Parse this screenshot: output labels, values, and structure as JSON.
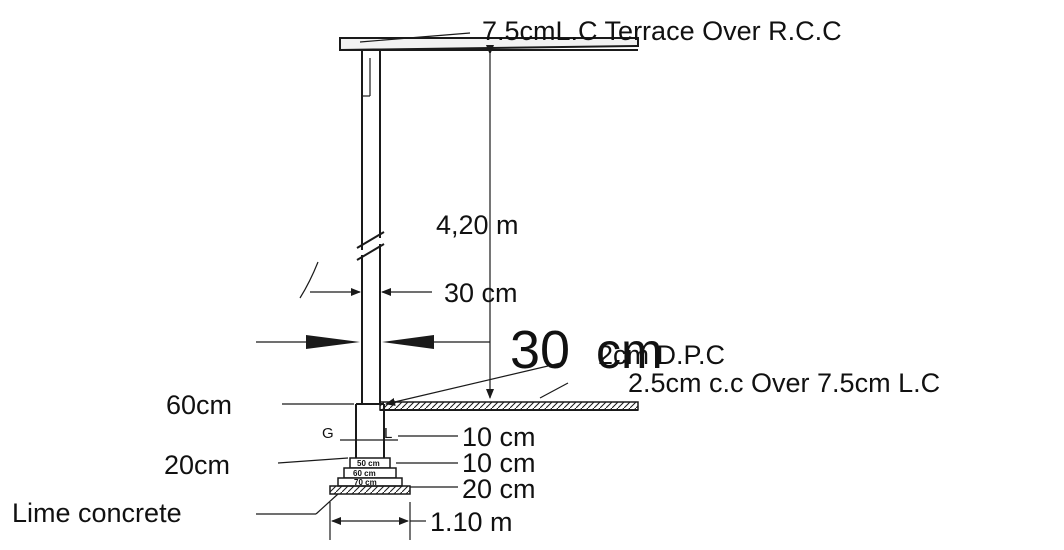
{
  "labels": {
    "terrace": "7.5cmL.C Terrace Over R.C.C",
    "height": "4,20 m",
    "wall_30": "30 cm",
    "big_30_num": "30",
    "big_30_unit": "cm",
    "dpc": "2cm D.P.C",
    "floor": "2.5cm c.c Over 7.5cm L.C",
    "plinth_60": "60cm",
    "ground_g": "G",
    "ground_l": "L",
    "step_20_left": "20cm",
    "lime": "Lime concrete",
    "off_10a": "10 cm",
    "off_10b": "10 cm",
    "off_20": "20 cm",
    "width_110": "1.10 m",
    "footing_50": "50 cm",
    "footing_60": "60 cm",
    "footing_70": "70 cm"
  },
  "colors": {
    "ink": "#1a1a1a",
    "paper": "#ffffff"
  }
}
